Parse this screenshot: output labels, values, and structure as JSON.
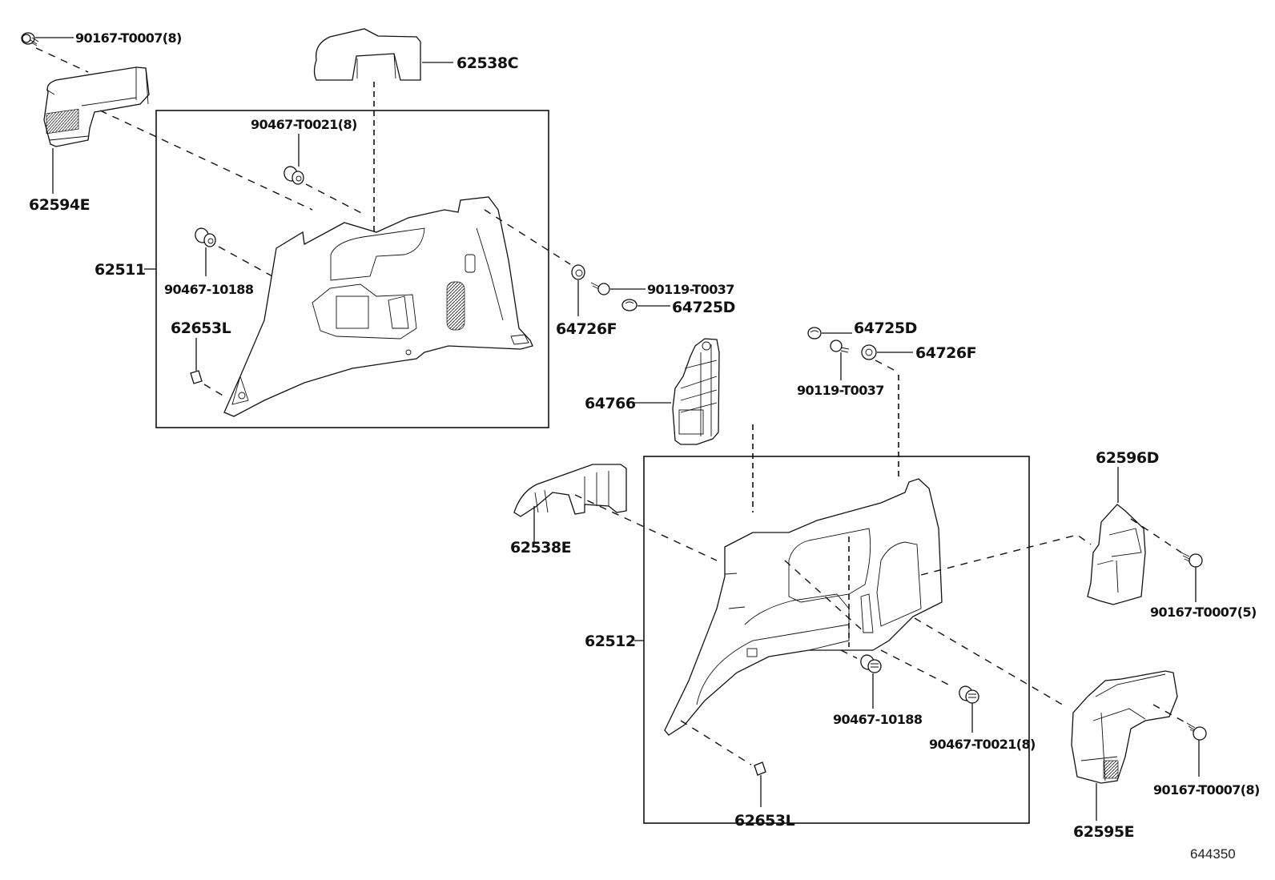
{
  "diagram": {
    "type": "exploded-parts-diagram",
    "reference_number": "644350",
    "part_labels": {
      "screw_top_left": "90167-T0007(8)",
      "cover_62538C": "62538C",
      "duct_62594E": "62594E",
      "clip_upper_box_left": "90467-T0021(8)",
      "panel_62511": "62511",
      "clip_left_box_10188": "90467-10188",
      "clip_62653L_left": "62653L",
      "plug_64726F_left": "64726F",
      "screw_90119_left": "90119-T0037",
      "cap_64725D_left": "64725D",
      "cap_64725D_right": "64725D",
      "screw_90119_right": "90119-T0037",
      "plug_64726F_right": "64726F",
      "cover_64766": "64766",
      "garnish_62538E": "62538E",
      "panel_62512": "62512",
      "bracket_62596D": "62596D",
      "screw_right_5": "90167-T0007(5)",
      "clip_right_10188": "90467-10188",
      "clip_right_T0021": "90467-T0021(8)",
      "clip_62653L_right": "62653L",
      "duct_62595E": "62595E",
      "screw_bottom_right": "90167-T0007(8)"
    },
    "groups": [
      {
        "name": "left-panel-assembly",
        "panel": "62511",
        "contains": [
          "90467-T0021(8)",
          "90467-10188",
          "62653L"
        ]
      },
      {
        "name": "right-panel-assembly",
        "panel": "62512",
        "contains": [
          "90467-10188",
          "90467-T0021(8)",
          "62653L"
        ]
      }
    ]
  }
}
